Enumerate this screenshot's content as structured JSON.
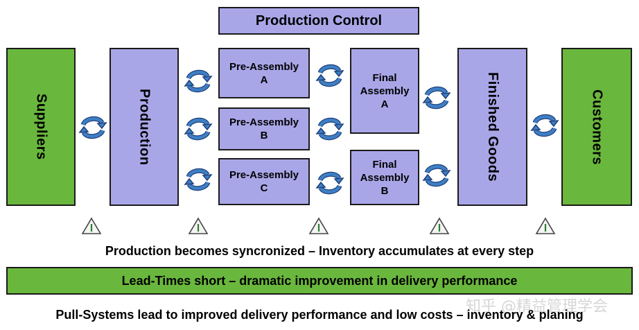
{
  "title": "Production Control",
  "boxes": {
    "suppliers": "Suppliers",
    "production": "Production",
    "pre_a": "Pre-Assembly\nA",
    "pre_b": "Pre-Assembly\nB",
    "pre_c": "Pre-Assembly\nC",
    "final_a": "Final\nAssembly\nA",
    "final_b": "Final\nAssembly\nB",
    "finished_goods": "Finished Goods",
    "customers": "Customers"
  },
  "captions": {
    "line1": "Production becomes syncronized – Inventory accumulates at every step",
    "banner": "Lead-Times short – dramatic improvement in delivery performance",
    "line3": "Pull-Systems lead to improved delivery performance and low costs – inventory & planing"
  },
  "watermark": "知乎 @精益管理学会",
  "colors": {
    "purple": "#a9a6e8",
    "green": "#6ab73d",
    "arrow_blue": "#3e7fc4"
  },
  "icons": [
    "cycle-arrows-icon",
    "warning-triangle-icon"
  ]
}
